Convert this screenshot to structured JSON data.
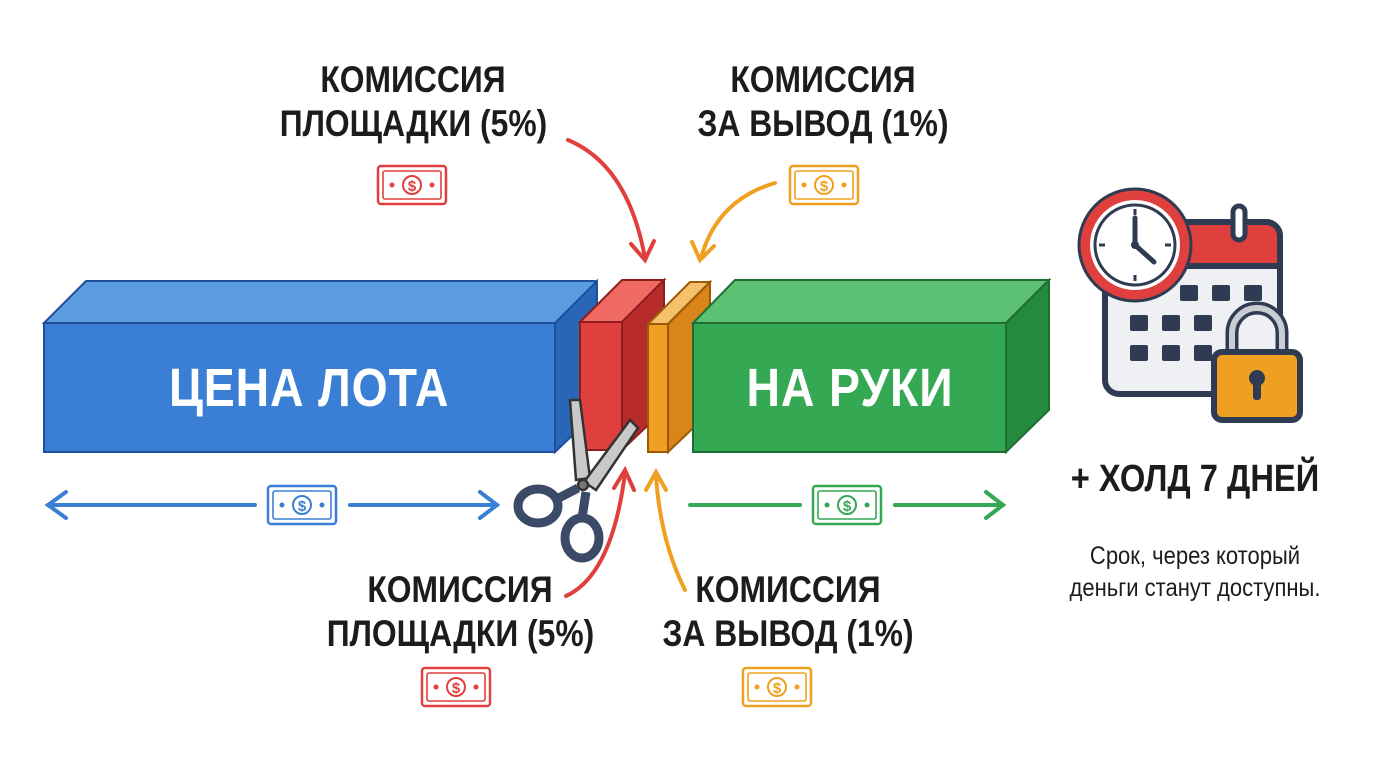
{
  "main_bar": {
    "price_label": "ЦЕНА ЛОТА",
    "net_label": "НА РУКИ"
  },
  "fees": {
    "top_platform": {
      "line1": "КОМИССИЯ",
      "line2": "ПЛОЩАДКИ (5%)"
    },
    "top_withdraw": {
      "line1": "КОМИССИЯ",
      "line2": "ЗА ВЫВОД (1%)"
    },
    "bottom_platform": {
      "line1": "КОМИССИЯ",
      "line2": "ПЛОЩАДКИ (5%)"
    },
    "bottom_withdraw": {
      "line1": "КОМИССИЯ",
      "line2": "ЗА ВЫВОД (1%)"
    }
  },
  "hold": {
    "title": "+ ХОЛД 7 ДНЕЙ",
    "description_line1": "Срок, через который",
    "description_line2": "деньги станут доступны."
  },
  "colors": {
    "price": "#3a7fd5",
    "platform_fee": "#e0403d",
    "withdraw_fee": "#f0a020",
    "net": "#35a853",
    "text": "#1c1c1c"
  },
  "icons": {
    "banknote": "banknote-icon",
    "scissors": "scissors-icon",
    "clock": "clock-icon",
    "calendar": "calendar-icon",
    "lock": "lock-icon"
  }
}
